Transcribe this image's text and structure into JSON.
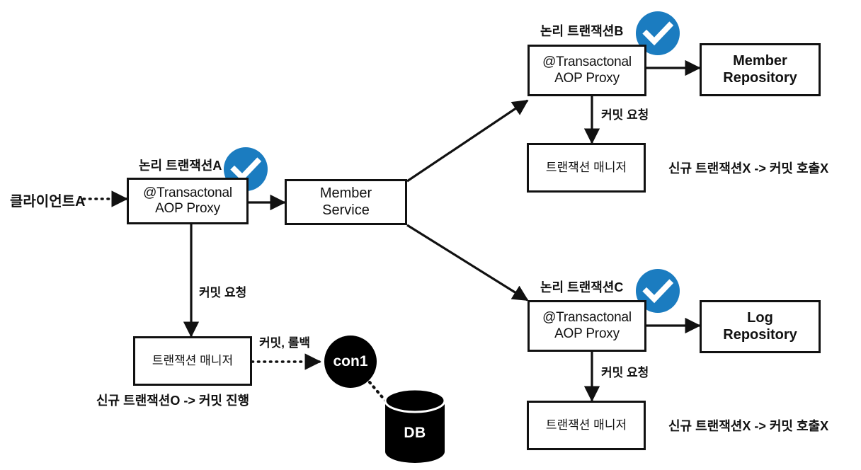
{
  "diagram": {
    "title_context": "Spring @Transactional propagation REQUIRED diagram",
    "colors": {
      "badge_blue": "#1B7CC0",
      "stroke": "#111111",
      "fill": "#ffffff",
      "node_black": "#000000",
      "text_on_black": "#ffffff"
    },
    "labels": {
      "client_a": "클라이언트A",
      "tx_a": "논리 트랜잭션A",
      "tx_b": "논리 트랜잭션B",
      "tx_c": "논리 트랜잭션C",
      "commit_request_left": "커밋 요청",
      "commit_request_b": "커밋 요청",
      "commit_request_c": "커밋 요청",
      "commit_rollback": "커밋, 롤백",
      "note_left": "신규 트랜잭션O -> 커밋 진행",
      "note_b": "신규 트랜잭션X -> 커밋 호출X",
      "note_c": "신규 트랜잭션X -> 커밋 호출X"
    },
    "nodes": {
      "proxy_a": {
        "line1": "@Transactonal",
        "line2": "AOP Proxy"
      },
      "proxy_b": {
        "line1": "@Transactonal",
        "line2": "AOP Proxy"
      },
      "proxy_c": {
        "line1": "@Transactonal",
        "line2": "AOP Proxy"
      },
      "member_service": {
        "line1": "Member",
        "line2": "Service"
      },
      "member_repository": {
        "line1": "Member",
        "line2": "Repository"
      },
      "log_repository": {
        "line1": "Log",
        "line2": "Repository"
      },
      "tx_manager_left": {
        "line1": "트랜잭션 매니저"
      },
      "tx_manager_b": {
        "line1": "트랜잭션 매니저"
      },
      "tx_manager_c": {
        "line1": "트랜잭션 매니저"
      },
      "connection": {
        "label": "con1"
      },
      "database": {
        "label": "DB"
      }
    },
    "badges": {
      "check_a": "check-badge",
      "check_b": "check-badge",
      "check_c": "check-badge"
    }
  }
}
